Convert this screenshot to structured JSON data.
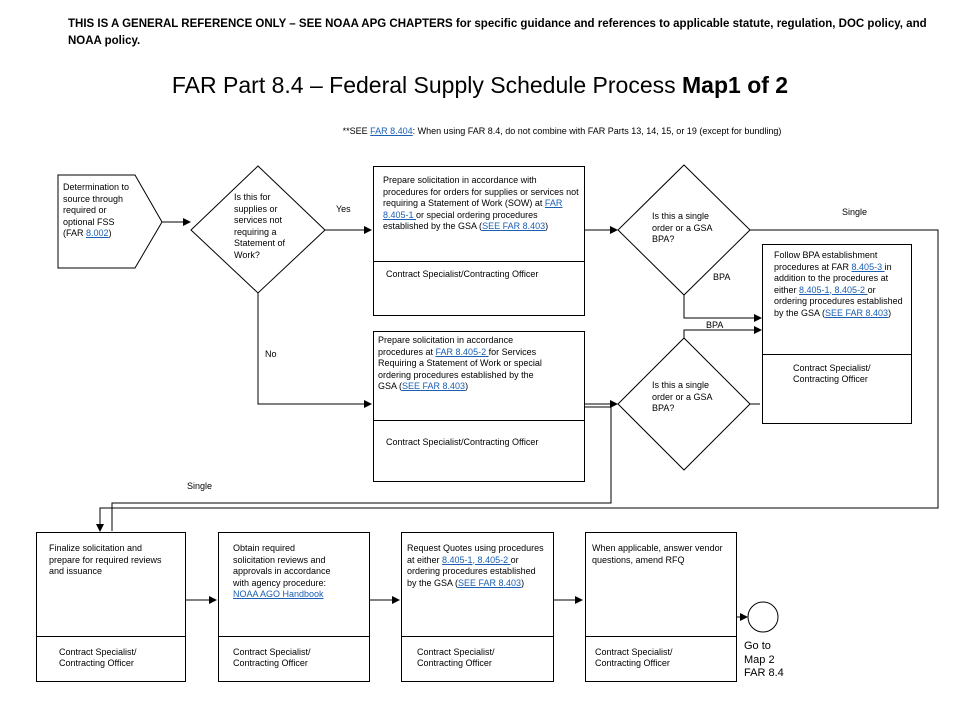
{
  "header": {
    "disclaimer": "THIS IS A GENERAL REFERENCE ONLY – SEE NOAA APG CHAPTERS for specific guidance and references to applicable statute, regulation, DOC policy, and NOAA policy.",
    "title_main": "FAR Part 8.4 – Federal Supply Schedule Process ",
    "title_bold": "Map1 of 2",
    "note_prefix": "**SEE ",
    "note_link": "FAR 8.404",
    "note_suffix": ": When using FAR 8.4, do not combine with FAR Parts 13, 14, 15, or 19 (except for bundling)"
  },
  "start": {
    "text_a": "Determination to source through required or optional FSS (FAR ",
    "link": "8.002",
    "text_b": ")"
  },
  "decision_sow": {
    "text": "Is this for supplies or services not requiring a Statement of Work?",
    "yes": "Yes",
    "no": "No"
  },
  "box_prepare_1": {
    "text_a": "Prepare solicitation in accordance with procedures for orders for supplies or services not requiring a Statement of Work (SOW) at ",
    "link1": "FAR 8.405-1 ",
    "text_b": "or special ordering procedures established by the GSA (",
    "link2": "SEE FAR 8.403",
    "text_c": ")",
    "role": "Contract Specialist/Contracting Officer"
  },
  "box_prepare_2": {
    "text_a": "Prepare solicitation in accordance procedures at ",
    "link1": "FAR 8.405-2 ",
    "text_b": "for Services Requiring a Statement of Work or special ordering procedures established by the GSA (",
    "link2": "SEE FAR 8.403",
    "text_c": ")",
    "role": "Contract Specialist/Contracting Officer"
  },
  "decision_bpa_1": {
    "text": "Is this a single order or a GSA BPA?",
    "single": "Single",
    "bpa": "BPA"
  },
  "decision_bpa_2": {
    "text": "Is this a single order or a GSA BPA?",
    "single": "Single",
    "bpa": "BPA"
  },
  "box_bpa": {
    "text_a": "Follow BPA establishment procedures at FAR ",
    "link1": "8.405-3 ",
    "text_b": "in addition to the procedures at either ",
    "link2": "8.405-1, 8.405-2 ",
    "text_c": "or ordering procedures established by the GSA (",
    "link3": "SEE FAR 8.403",
    "text_d": ")",
    "role": "Contract Specialist/ Contracting Officer"
  },
  "box_finalize": {
    "text": "Finalize solicitation and prepare for required reviews and issuance",
    "role": "Contract Specialist/ Contracting Officer"
  },
  "box_reviews": {
    "text": "Obtain required solicitation reviews and approvals in accordance with agency procedure: ",
    "link": "NOAA AGO Handbook",
    "role": "Contract Specialist/ Contracting Officer"
  },
  "box_quotes": {
    "text_a": "Request Quotes using procedures at either ",
    "link1": "8.405-1, 8.405-2 ",
    "text_b": "or ordering procedures established by the GSA (",
    "link2": "SEE FAR 8.403",
    "text_c": ")",
    "role": "Contract Specialist/ Contracting Officer"
  },
  "box_answer": {
    "text": "When applicable, answer vendor questions, amend RFQ",
    "role": "Contract Specialist/ Contracting Officer"
  },
  "end": {
    "text": "Go to Map 2 FAR 8.4"
  },
  "colors": {
    "link": "#1a5fb4",
    "line": "#000000"
  }
}
